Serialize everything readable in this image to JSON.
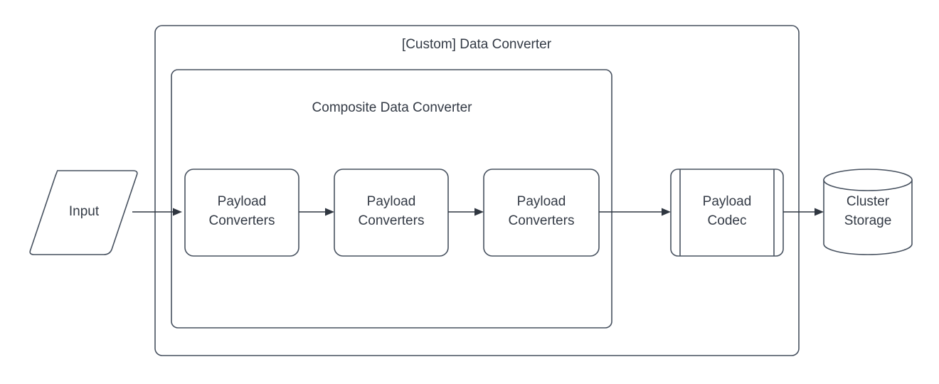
{
  "diagram": {
    "title": "[Custom] Data Converter",
    "background_color": "#ffffff",
    "stroke_color": "#47515f",
    "text_color": "#333a45",
    "connector_color": "#2f3640",
    "containers": [
      {
        "id": "custom-data-converter",
        "label": "[Custom] Data Converter",
        "shape": "rounded-rectangle"
      },
      {
        "id": "composite-data-converter",
        "label": "Composite Data Converter",
        "shape": "rounded-rectangle"
      }
    ],
    "nodes": [
      {
        "id": "input",
        "shape": "parallelogram",
        "label_line_1": "Input",
        "label_line_2": ""
      },
      {
        "id": "payload-converters-1",
        "shape": "rounded-rectangle",
        "label_line_1": "Payload",
        "label_line_2": "Converters"
      },
      {
        "id": "payload-converters-2",
        "shape": "rounded-rectangle",
        "label_line_1": "Payload",
        "label_line_2": "Converters"
      },
      {
        "id": "payload-converters-3",
        "shape": "rounded-rectangle",
        "label_line_1": "Payload",
        "label_line_2": "Converters"
      },
      {
        "id": "payload-codec",
        "shape": "predefined-process",
        "label_line_1": "Payload",
        "label_line_2": "Codec"
      },
      {
        "id": "cluster-storage",
        "shape": "cylinder",
        "label_line_1": "Cluster",
        "label_line_2": "Storage"
      }
    ],
    "connectors": [
      {
        "id": "input-to-pc1",
        "from": "input",
        "to": "payload-converters-1",
        "arrow": "solid-filled"
      },
      {
        "id": "pc1-to-pc2",
        "from": "payload-converters-1",
        "to": "payload-converters-2",
        "arrow": "solid-filled"
      },
      {
        "id": "pc2-to-pc3",
        "from": "payload-converters-2",
        "to": "payload-converters-3",
        "arrow": "solid-filled"
      },
      {
        "id": "pc3-to-codec",
        "from": "payload-converters-3",
        "to": "payload-codec",
        "arrow": "solid-filled"
      },
      {
        "id": "codec-to-storage",
        "from": "payload-codec",
        "to": "cluster-storage",
        "arrow": "solid-filled"
      }
    ]
  }
}
